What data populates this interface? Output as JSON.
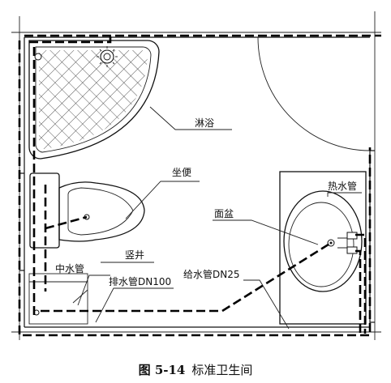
{
  "labels": {
    "shower": "淋浴",
    "toilet": "坐便",
    "hot_water_pipe": "热水管",
    "basin": "面盆",
    "shaft": "竖井",
    "reclaimed_water_pipe": "中水管",
    "drain_pipe": "排水管DN100",
    "supply_pipe": "给水管DN25"
  },
  "caption": {
    "number": "图 5-14",
    "title": "标准卫生间"
  }
}
